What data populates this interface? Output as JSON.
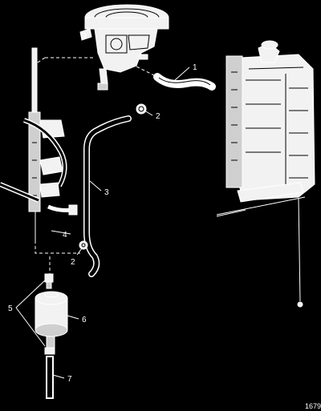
{
  "callouts": [
    {
      "id": "c1",
      "text": "1"
    },
    {
      "id": "c2a",
      "text": "2"
    },
    {
      "id": "c3",
      "text": "3"
    },
    {
      "id": "c4",
      "text": "4"
    },
    {
      "id": "c2b",
      "text": "2"
    },
    {
      "id": "c5",
      "text": "5"
    },
    {
      "id": "c6",
      "text": "6"
    },
    {
      "id": "c7",
      "text": "7"
    }
  ],
  "figure_id": "1679",
  "colors": {
    "background": "#000000",
    "line": "#ffffff",
    "part_fill": "#f2f2f2"
  }
}
